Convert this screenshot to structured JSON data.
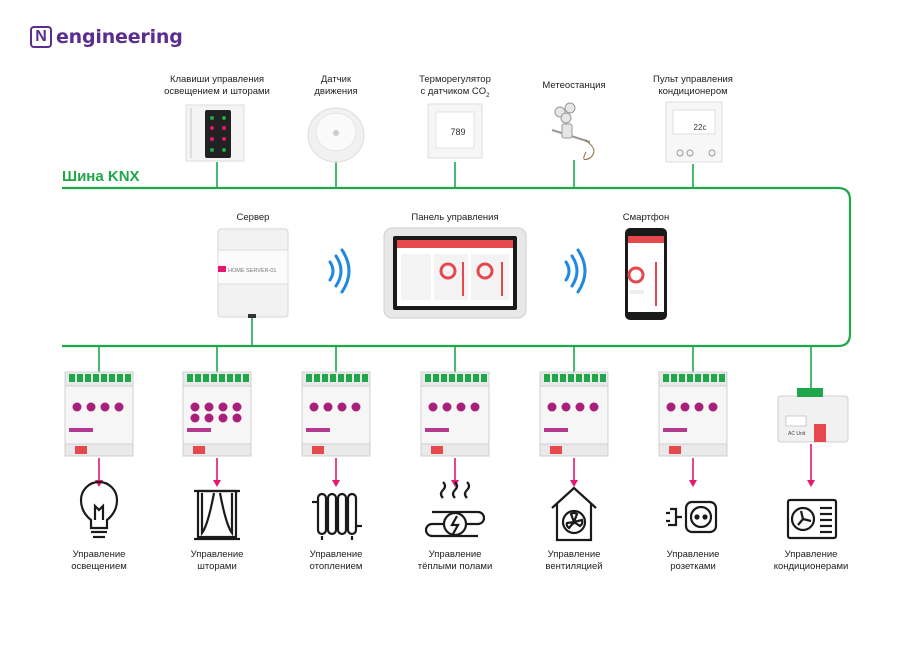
{
  "brand": {
    "logo_letter": "N",
    "logo_text": "engineering",
    "color": "#5b2d8e"
  },
  "bus": {
    "label": "Шина KNX",
    "color": "#1fa84a"
  },
  "accent": "#e5176f",
  "top_devices": [
    {
      "line1": "Клавиши управления",
      "line2": "освещением и шторами"
    },
    {
      "line1": "Датчик",
      "line2": "движения"
    },
    {
      "line1": "Терморегулятор",
      "line2": "с датчиком CO",
      "sub": "2"
    },
    {
      "line1": "Метеостанция",
      "line2": ""
    },
    {
      "line1": "Пульт управления",
      "line2": "кондиционером"
    }
  ],
  "center_devices": {
    "server": {
      "label": "Сервер",
      "screen_text": "HOME SERVER-01"
    },
    "panel": {
      "label": "Панель управления"
    },
    "phone": {
      "label": "Смартфон"
    }
  },
  "actuators": [
    {
      "line1": "Управление",
      "line2": "освещением",
      "icon": "light-bulb-icon"
    },
    {
      "line1": "Управление",
      "line2": "шторами",
      "icon": "window-curtains-icon"
    },
    {
      "line1": "Управление",
      "line2": "отоплением",
      "icon": "radiator-icon"
    },
    {
      "line1": "Управление",
      "line2": "тёплыми полами",
      "icon": "floor-heating-icon"
    },
    {
      "line1": "Управление",
      "line2": "вентиляцией",
      "icon": "ventilation-icon"
    },
    {
      "line1": "Управление",
      "line2": "розетками",
      "icon": "socket-icon"
    },
    {
      "line1": "Управление",
      "line2": "кондиционерами",
      "icon": "air-conditioner-icon"
    }
  ],
  "thermostat_display": "789",
  "ac_remote_display": "22c",
  "ac_unit_label": "AC Unit"
}
